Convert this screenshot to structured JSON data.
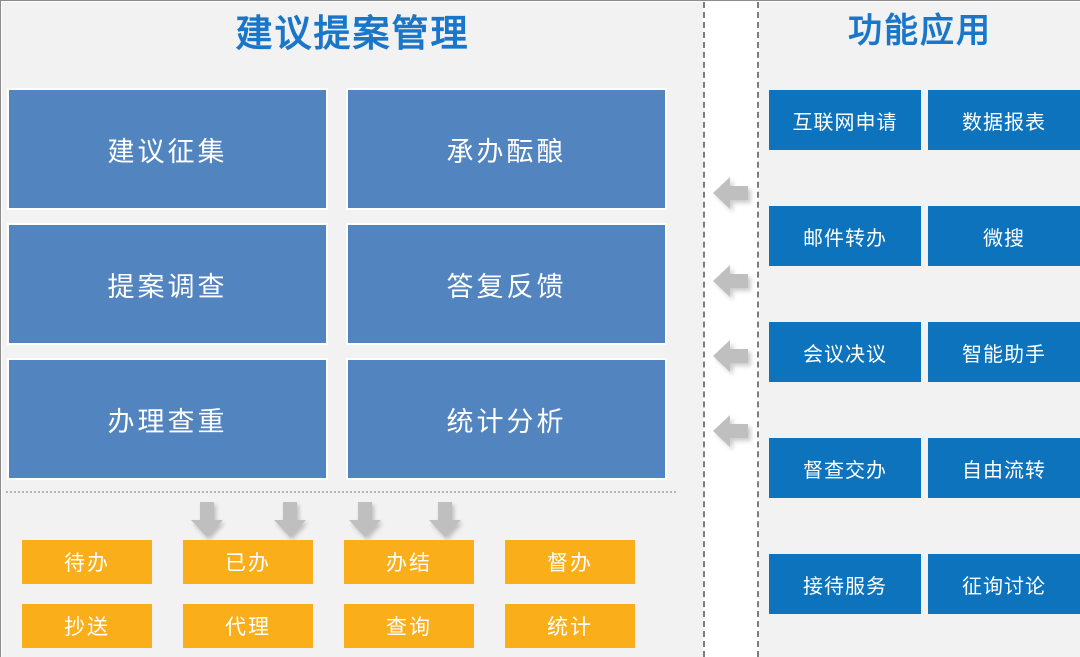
{
  "left_panel": {
    "title": "建议提案管理",
    "process_columns": [
      {
        "name": "left-column",
        "boxes": [
          "建议征集",
          "提案调查",
          "办理查重"
        ]
      },
      {
        "name": "right-column",
        "boxes": [
          "承办酝酿",
          "答复反馈",
          "统计分析"
        ]
      }
    ],
    "down_arrows": [
      {
        "name": "down-arrow-1"
      },
      {
        "name": "down-arrow-2"
      },
      {
        "name": "down-arrow-3"
      },
      {
        "name": "down-arrow-4"
      }
    ],
    "task_buttons": [
      [
        "待办",
        "已办",
        "办结",
        "督办"
      ],
      [
        "抄送",
        "代理",
        "查询",
        "统计"
      ]
    ]
  },
  "middle_channel": {
    "left_arrows": [
      {
        "name": "left-arrow-1"
      },
      {
        "name": "left-arrow-2"
      },
      {
        "name": "left-arrow-3"
      },
      {
        "name": "left-arrow-4"
      }
    ]
  },
  "right_panel": {
    "title": "功能应用",
    "app_rows": [
      [
        "互联网申请",
        "数据报表"
      ],
      [
        "邮件转办",
        "微搜"
      ],
      [
        "会议决议",
        "智能助手"
      ],
      [
        "督查交办",
        "自由流转"
      ],
      [
        "接待服务",
        "征询讨论"
      ]
    ]
  },
  "colors": {
    "panel_background": "#f2f2f2",
    "title_blue": "#1976c8",
    "process_box_blue": "#5284c0",
    "app_button_blue": "#0c73bc",
    "task_button_orange": "#f9ae1a",
    "arrow_gray": "#bfbfbf",
    "divider_gray": "#b4b4b4",
    "channel_background": "#ffffff"
  }
}
